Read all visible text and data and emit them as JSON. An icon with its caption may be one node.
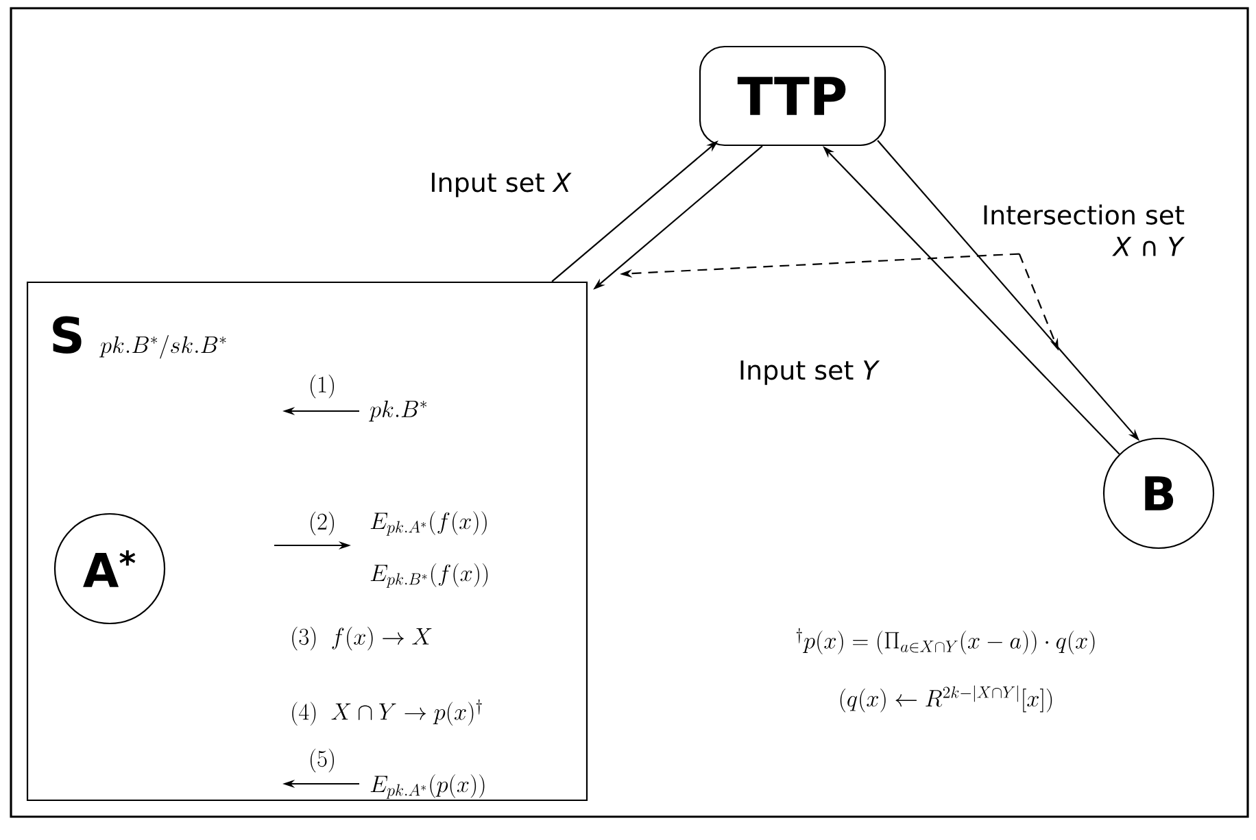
{
  "diagram": {
    "nodes": [
      {
        "text": [
          "TTP"
        ]
      },
      {
        "text": [
          "S",
          "pk.B^{*}/sk.B^{*}"
        ]
      },
      {
        "text": [
          "A$^{*}$"
        ],
        "in": 1
      },
      {
        "text": [
          "B"
        ]
      },
      {
        "text": [
          "Intersection set",
          "*X* ∩ *Y*"
        ]
      }
    ],
    "edges": [
      {
        "from": 1,
        "to": 0,
        "arrow": "to",
        "label": "Input set *X*"
      },
      {
        "from": 0,
        "to": 1,
        "arrow": "to"
      },
      {
        "from": 3,
        "to": 0,
        "arrow": "to",
        "label": "Input set *Y*"
      },
      {
        "from": 0,
        "to": 3,
        "arrow": "to"
      },
      {
        "from": 4,
        "to": null,
        "arrow": "to",
        "style": "dashed"
      },
      {
        "from": 4,
        "to": null,
        "arrow": "to",
        "style": "dashed"
      }
    ],
    "labels": [
      "(1)",
      "pk.B^{*}",
      "(2)",
      "E_{pk.A^{*}}(f(x))",
      "E_{pk.B^{*}}(f(x))",
      "(3)\\;\\; f(x) \\rightarrow X",
      "(4)\\;\\; X \\cap Y \\rightarrow p(x)^{\\dagger}",
      "(5)",
      "E_{pk.A^{*}}(p(x))",
      "{}^{\\dagger}p(x) = \\Big(\\Pi_{a \\in X \\cap Y}(x - a)\\Big) \\cdot q(x)",
      "\\Big(q(x) \\leftarrow R^{2k - |X \\cap Y|}[x]\\Big)"
    ]
  }
}
